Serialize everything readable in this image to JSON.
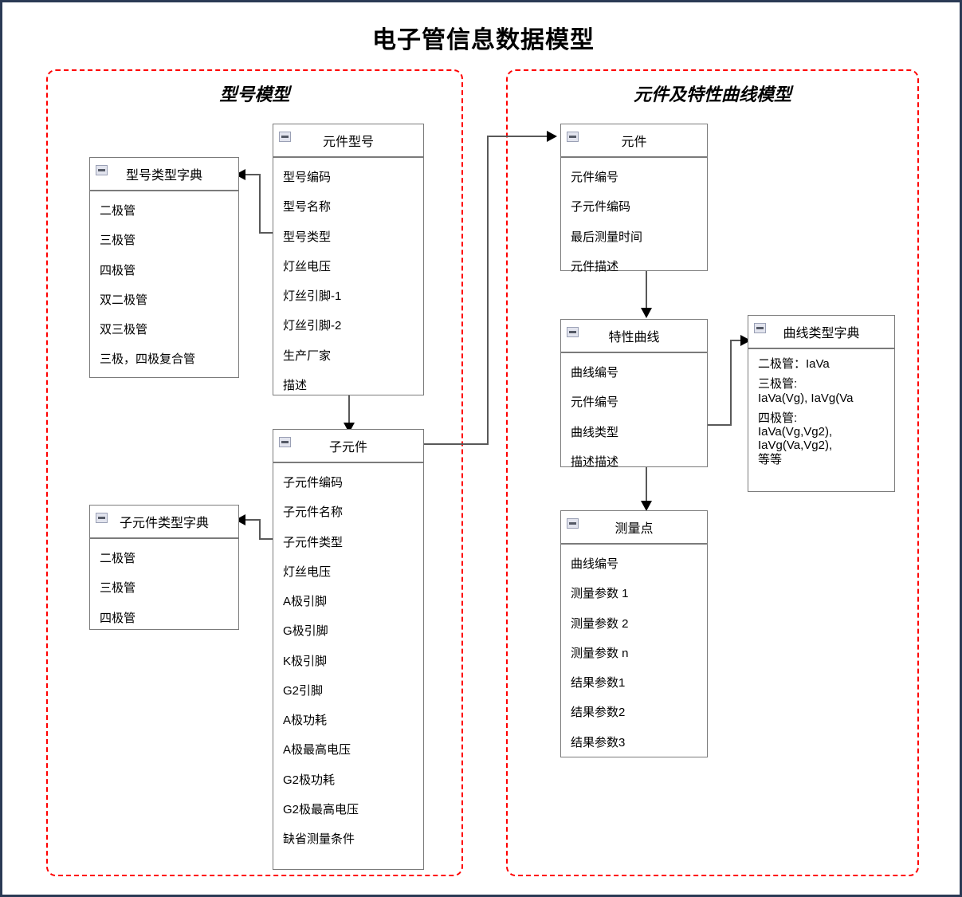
{
  "title": "电子管信息数据模型",
  "groups": [
    {
      "label": "型号模型"
    },
    {
      "label": "元件及特性曲线模型"
    }
  ],
  "icons": {
    "collapse": "collapse-minus-icon"
  },
  "colors": {
    "group_border": "#ff0000",
    "entity_border": "#7b7b7b",
    "connector": "#595959",
    "page_background": "#ffffff",
    "outer_frame": "#2b3a55"
  },
  "entities": {
    "model_type_dict": {
      "title": "型号类型字典",
      "fields": [
        "二极管",
        "三极管",
        "四极管",
        "双二极管",
        "双三极管",
        "三极，四极复合管"
      ]
    },
    "component_model": {
      "title": "元件型号",
      "fields": [
        "型号编码",
        "型号名称",
        "型号类型",
        "灯丝电压",
        "灯丝引脚-1",
        "灯丝引脚-2",
        "生产厂家",
        "描述"
      ]
    },
    "sub_component": {
      "title": "子元件",
      "fields": [
        "子元件编码",
        "子元件名称",
        "子元件类型",
        "灯丝电压",
        "A极引脚",
        "G极引脚",
        "K极引脚",
        "G2引脚",
        "A极功耗",
        "A极最高电压",
        "G2极功耗",
        "G2极最高电压",
        "缺省测量条件"
      ]
    },
    "sub_component_type_dict": {
      "title": "子元件类型字典",
      "fields": [
        "二极管",
        "三极管",
        "四极管"
      ]
    },
    "component": {
      "title": "元件",
      "fields": [
        "元件编号",
        "子元件编码",
        "最后测量时间",
        "元件描述"
      ]
    },
    "characteristic_curve": {
      "title": "特性曲线",
      "fields": [
        "曲线编号",
        "元件编号",
        "曲线类型",
        "描述描述"
      ]
    },
    "curve_type_dict": {
      "title": "曲线类型字典",
      "fields": [
        "二极管：IaVa",
        "三极管:\nIaVa(Vg), IaVg(Va",
        "四极管:\nIaVa(Vg,Vg2),\nIaVg(Va,Vg2),\n等等"
      ]
    },
    "measure_point": {
      "title": "测量点",
      "fields": [
        "曲线编号",
        "测量参数 1",
        "测量参数 2",
        "测量参数 n",
        "结果参数1",
        "结果参数2",
        "结果参数3"
      ]
    }
  }
}
